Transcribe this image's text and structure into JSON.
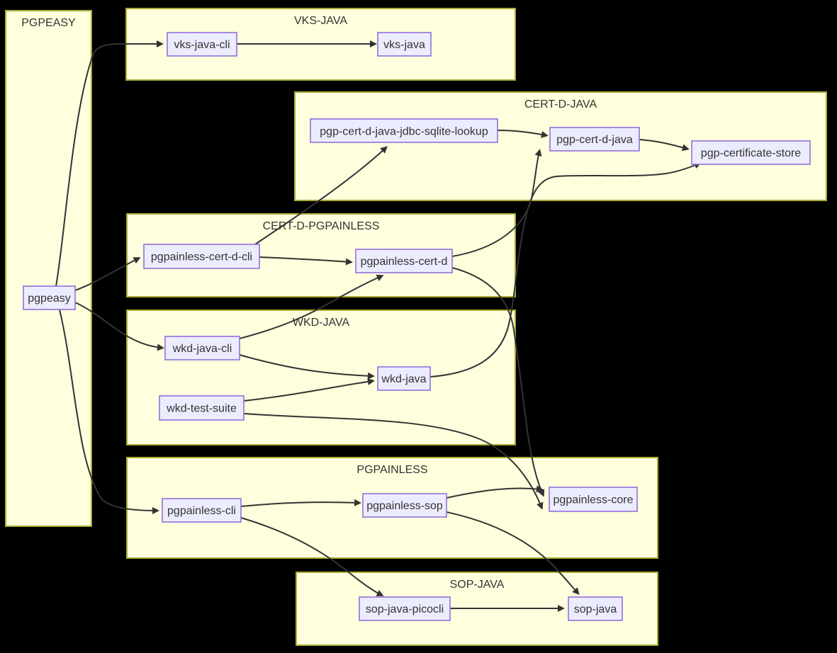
{
  "diagram": {
    "type": "dependency-flowchart",
    "background": "#000000",
    "colors": {
      "cluster_fill": "#ffffde",
      "cluster_border": "#aaaa33",
      "node_fill": "#ececff",
      "node_border": "#9370db",
      "edge": "#333333",
      "text": "#333333"
    },
    "clusters": [
      {
        "id": "pgpeasy-group",
        "title": "PGPEASY"
      },
      {
        "id": "vks-java-group",
        "title": "VKS-JAVA"
      },
      {
        "id": "cert-d-java-group",
        "title": "CERT-D-JAVA"
      },
      {
        "id": "cert-d-pgpainless-group",
        "title": "CERT-D-PGPAINLESS"
      },
      {
        "id": "wkd-java-group",
        "title": "WKD-JAVA"
      },
      {
        "id": "pgpainless-group",
        "title": "PGPAINLESS"
      },
      {
        "id": "sop-java-group",
        "title": "SOP-JAVA"
      }
    ],
    "nodes": [
      {
        "id": "pgpeasy",
        "label": "pgpeasy",
        "cluster": "PGPEASY"
      },
      {
        "id": "vks-java-cli",
        "label": "vks-java-cli",
        "cluster": "VKS-JAVA"
      },
      {
        "id": "vks-java",
        "label": "vks-java",
        "cluster": "VKS-JAVA"
      },
      {
        "id": "pgp-cert-d-java-jdbc-sqlite-lookup",
        "label": "pgp-cert-d-java-jdbc-sqlite-lookup",
        "cluster": "CERT-D-JAVA"
      },
      {
        "id": "pgp-cert-d-java",
        "label": "pgp-cert-d-java",
        "cluster": "CERT-D-JAVA"
      },
      {
        "id": "pgp-certificate-store",
        "label": "pgp-certificate-store",
        "cluster": "CERT-D-JAVA"
      },
      {
        "id": "pgpainless-cert-d-cli",
        "label": "pgpainless-cert-d-cli",
        "cluster": "CERT-D-PGPAINLESS"
      },
      {
        "id": "pgpainless-cert-d",
        "label": "pgpainless-cert-d",
        "cluster": "CERT-D-PGPAINLESS"
      },
      {
        "id": "wkd-java-cli",
        "label": "wkd-java-cli",
        "cluster": "WKD-JAVA"
      },
      {
        "id": "wkd-java",
        "label": "wkd-java",
        "cluster": "WKD-JAVA"
      },
      {
        "id": "wkd-test-suite",
        "label": "wkd-test-suite",
        "cluster": "WKD-JAVA"
      },
      {
        "id": "pgpainless-cli",
        "label": "pgpainless-cli",
        "cluster": "PGPAINLESS"
      },
      {
        "id": "pgpainless-sop",
        "label": "pgpainless-sop",
        "cluster": "PGPAINLESS"
      },
      {
        "id": "pgpainless-core",
        "label": "pgpainless-core",
        "cluster": "PGPAINLESS"
      },
      {
        "id": "sop-java-picocli",
        "label": "sop-java-picocli",
        "cluster": "SOP-JAVA"
      },
      {
        "id": "sop-java",
        "label": "sop-java",
        "cluster": "SOP-JAVA"
      }
    ],
    "edges": [
      {
        "from": "pgpeasy",
        "to": "vks-java-cli"
      },
      {
        "from": "pgpeasy",
        "to": "pgpainless-cert-d-cli"
      },
      {
        "from": "pgpeasy",
        "to": "wkd-java-cli"
      },
      {
        "from": "pgpeasy",
        "to": "pgpainless-cli"
      },
      {
        "from": "vks-java-cli",
        "to": "vks-java"
      },
      {
        "from": "pgp-cert-d-java-jdbc-sqlite-lookup",
        "to": "pgp-cert-d-java"
      },
      {
        "from": "pgp-cert-d-java",
        "to": "pgp-certificate-store"
      },
      {
        "from": "pgpainless-cert-d-cli",
        "to": "pgp-cert-d-java-jdbc-sqlite-lookup"
      },
      {
        "from": "pgpainless-cert-d-cli",
        "to": "pgpainless-cert-d"
      },
      {
        "from": "pgpainless-cert-d",
        "to": "pgp-cert-d-java"
      },
      {
        "from": "pgpainless-cert-d",
        "to": "pgpainless-core"
      },
      {
        "from": "wkd-java-cli",
        "to": "pgpainless-cert-d"
      },
      {
        "from": "wkd-java-cli",
        "to": "wkd-java"
      },
      {
        "from": "wkd-test-suite",
        "to": "wkd-java"
      },
      {
        "from": "wkd-test-suite",
        "to": "pgpainless-core"
      },
      {
        "from": "wkd-java",
        "to": "pgp-certificate-store"
      },
      {
        "from": "pgpainless-cli",
        "to": "pgpainless-sop"
      },
      {
        "from": "pgpainless-cli",
        "to": "sop-java-picocli"
      },
      {
        "from": "pgpainless-sop",
        "to": "pgpainless-core"
      },
      {
        "from": "pgpainless-sop",
        "to": "sop-java"
      },
      {
        "from": "sop-java-picocli",
        "to": "sop-java"
      }
    ]
  }
}
